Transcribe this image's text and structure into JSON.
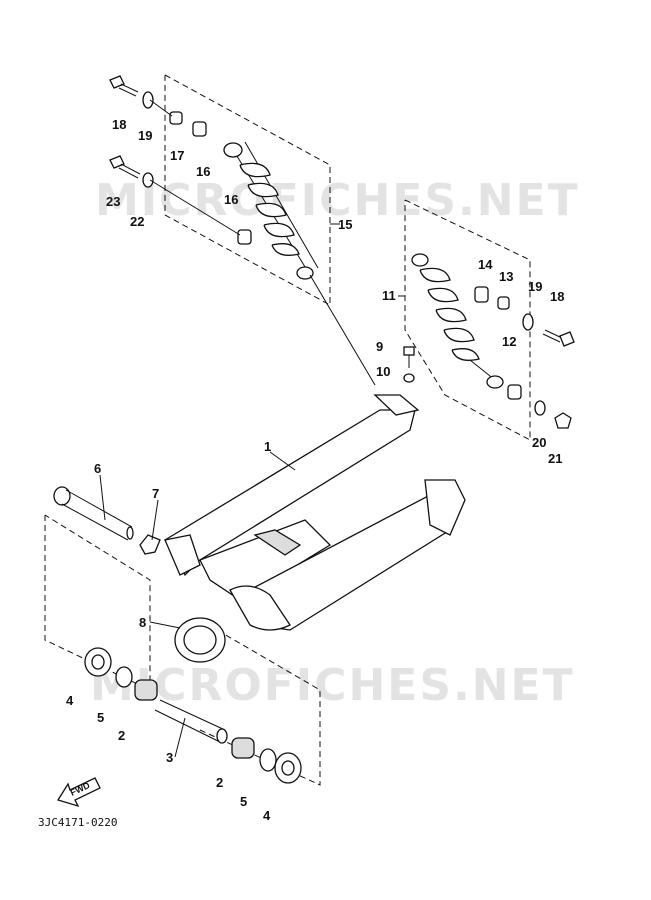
{
  "watermark": {
    "top": "MICROFICHES.NET",
    "bottom": "MICROFICHES.NET"
  },
  "diagram_code": "3JC4171-0220",
  "fwd_label": "FWD",
  "callouts": {
    "c1": "1",
    "c2a": "2",
    "c2b": "2",
    "c3": "3",
    "c4a": "4",
    "c4b": "4",
    "c5a": "5",
    "c5b": "5",
    "c6": "6",
    "c7": "7",
    "c8": "8",
    "c9": "9",
    "c10": "10",
    "c11": "11",
    "c12": "12",
    "c13": "13",
    "c14": "14",
    "c15": "15",
    "c16a": "16",
    "c16b": "16",
    "c17": "17",
    "c18a": "18",
    "c18b": "18",
    "c19a": "19",
    "c19b": "19",
    "c20": "20",
    "c21": "21",
    "c22": "22",
    "c23": "23"
  }
}
